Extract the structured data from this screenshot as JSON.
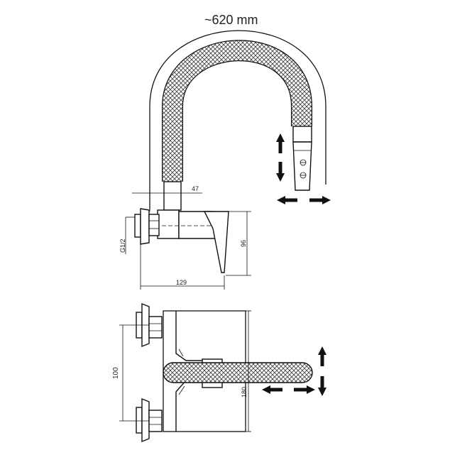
{
  "dimensions": {
    "hose_length": "~620 mm",
    "spout_width": "47",
    "thread": "G1/2",
    "body_height": "96",
    "depth": "129",
    "spacing": "100",
    "total_height": "180"
  },
  "colors": {
    "line": "#111111",
    "mesh": "#444444",
    "background": "#ffffff"
  },
  "icons": [
    "move-up-down-arrows-icon",
    "move-left-right-arrows-icon"
  ]
}
